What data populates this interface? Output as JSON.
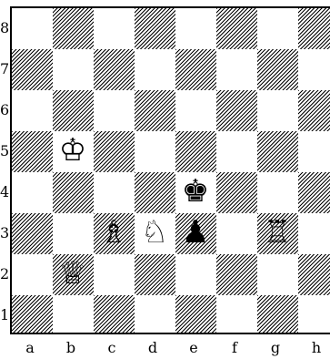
{
  "board": {
    "files": [
      "a",
      "b",
      "c",
      "d",
      "e",
      "f",
      "g",
      "h"
    ],
    "ranks": [
      "8",
      "7",
      "6",
      "5",
      "4",
      "3",
      "2",
      "1"
    ],
    "pieces": [
      {
        "square": "b5",
        "piece": "white-king",
        "glyph": "♔"
      },
      {
        "square": "e4",
        "piece": "black-king",
        "glyph": "♚"
      },
      {
        "square": "c3",
        "piece": "white-bishop",
        "glyph": "♗"
      },
      {
        "square": "d3",
        "piece": "white-knight",
        "glyph": "♘"
      },
      {
        "square": "e3",
        "piece": "black-pawn",
        "glyph": "♟"
      },
      {
        "square": "g3",
        "piece": "white-rook",
        "glyph": "♖"
      },
      {
        "square": "b2",
        "piece": "white-queen",
        "glyph": "♕"
      }
    ]
  }
}
